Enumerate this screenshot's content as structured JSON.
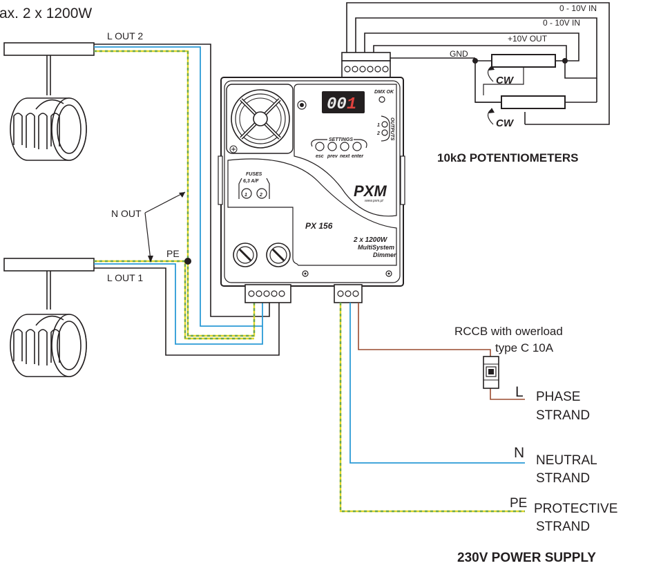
{
  "title_top": "ax. 2 x 1200W",
  "outputs": {
    "l_out_2": "L OUT 2",
    "l_out_1": "L OUT 1",
    "n_out": "N OUT",
    "pe": "PE"
  },
  "control": {
    "in1": "0 - 10V IN",
    "in2": "0 - 10V IN",
    "out10v": "+10V OUT",
    "gnd": "GND",
    "cw1": "CW",
    "cw2": "CW",
    "pot_caption": "10kΩ POTENTIOMETERS"
  },
  "device": {
    "display": "001",
    "dmx_ok": "DMX OK",
    "outputs_label": "OUTPUTS",
    "out1": "1",
    "out2": "2",
    "settings": "SETTINGS",
    "buttons": [
      "esc",
      "prev",
      "next",
      "enter"
    ],
    "fuses": "FUSES",
    "fuse_rating": "6,3 A/F",
    "fuse1": "1",
    "fuse2": "2",
    "logo": "PXM",
    "website": "www.pxm.pl",
    "model": "PX 156",
    "power": "2 x 1200W",
    "desc1": "MultiSystem",
    "desc2": "Dimmer"
  },
  "supply": {
    "rccb1": "RCCB with owerload",
    "rccb2": "type C 10A",
    "l": "L",
    "phase1": "PHASE",
    "phase2": "STRAND",
    "n": "N",
    "neutral1": "NEUTRAL",
    "neutral2": "STRAND",
    "pe": "PE",
    "prot1": "PROTECTIVE",
    "prot2": "STRAND",
    "caption": "230V POWER SUPPLY"
  },
  "colors": {
    "phase": "#9a4a2e",
    "neutral": "#2a9ad6",
    "protective": "#e0d72a",
    "display_bg": "#231f20",
    "display_digit": "#e8e8e8",
    "display_digit_active": "#e0423e"
  }
}
